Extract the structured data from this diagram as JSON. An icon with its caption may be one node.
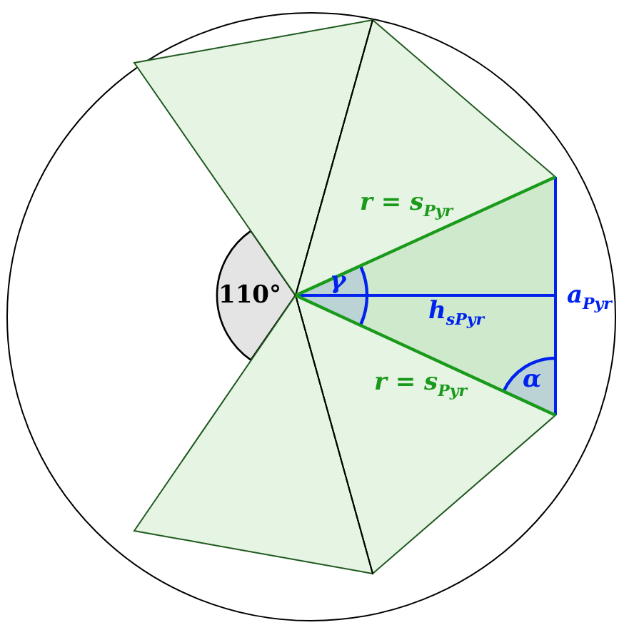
{
  "diagram": {
    "labels": [
      "r = s$_{Pyr}$",
      "110°",
      "γ",
      "h$_{sPyr}$",
      "a$_{Pyr}$",
      "r = s$_{Pyr}$",
      "α"
    ]
  }
}
